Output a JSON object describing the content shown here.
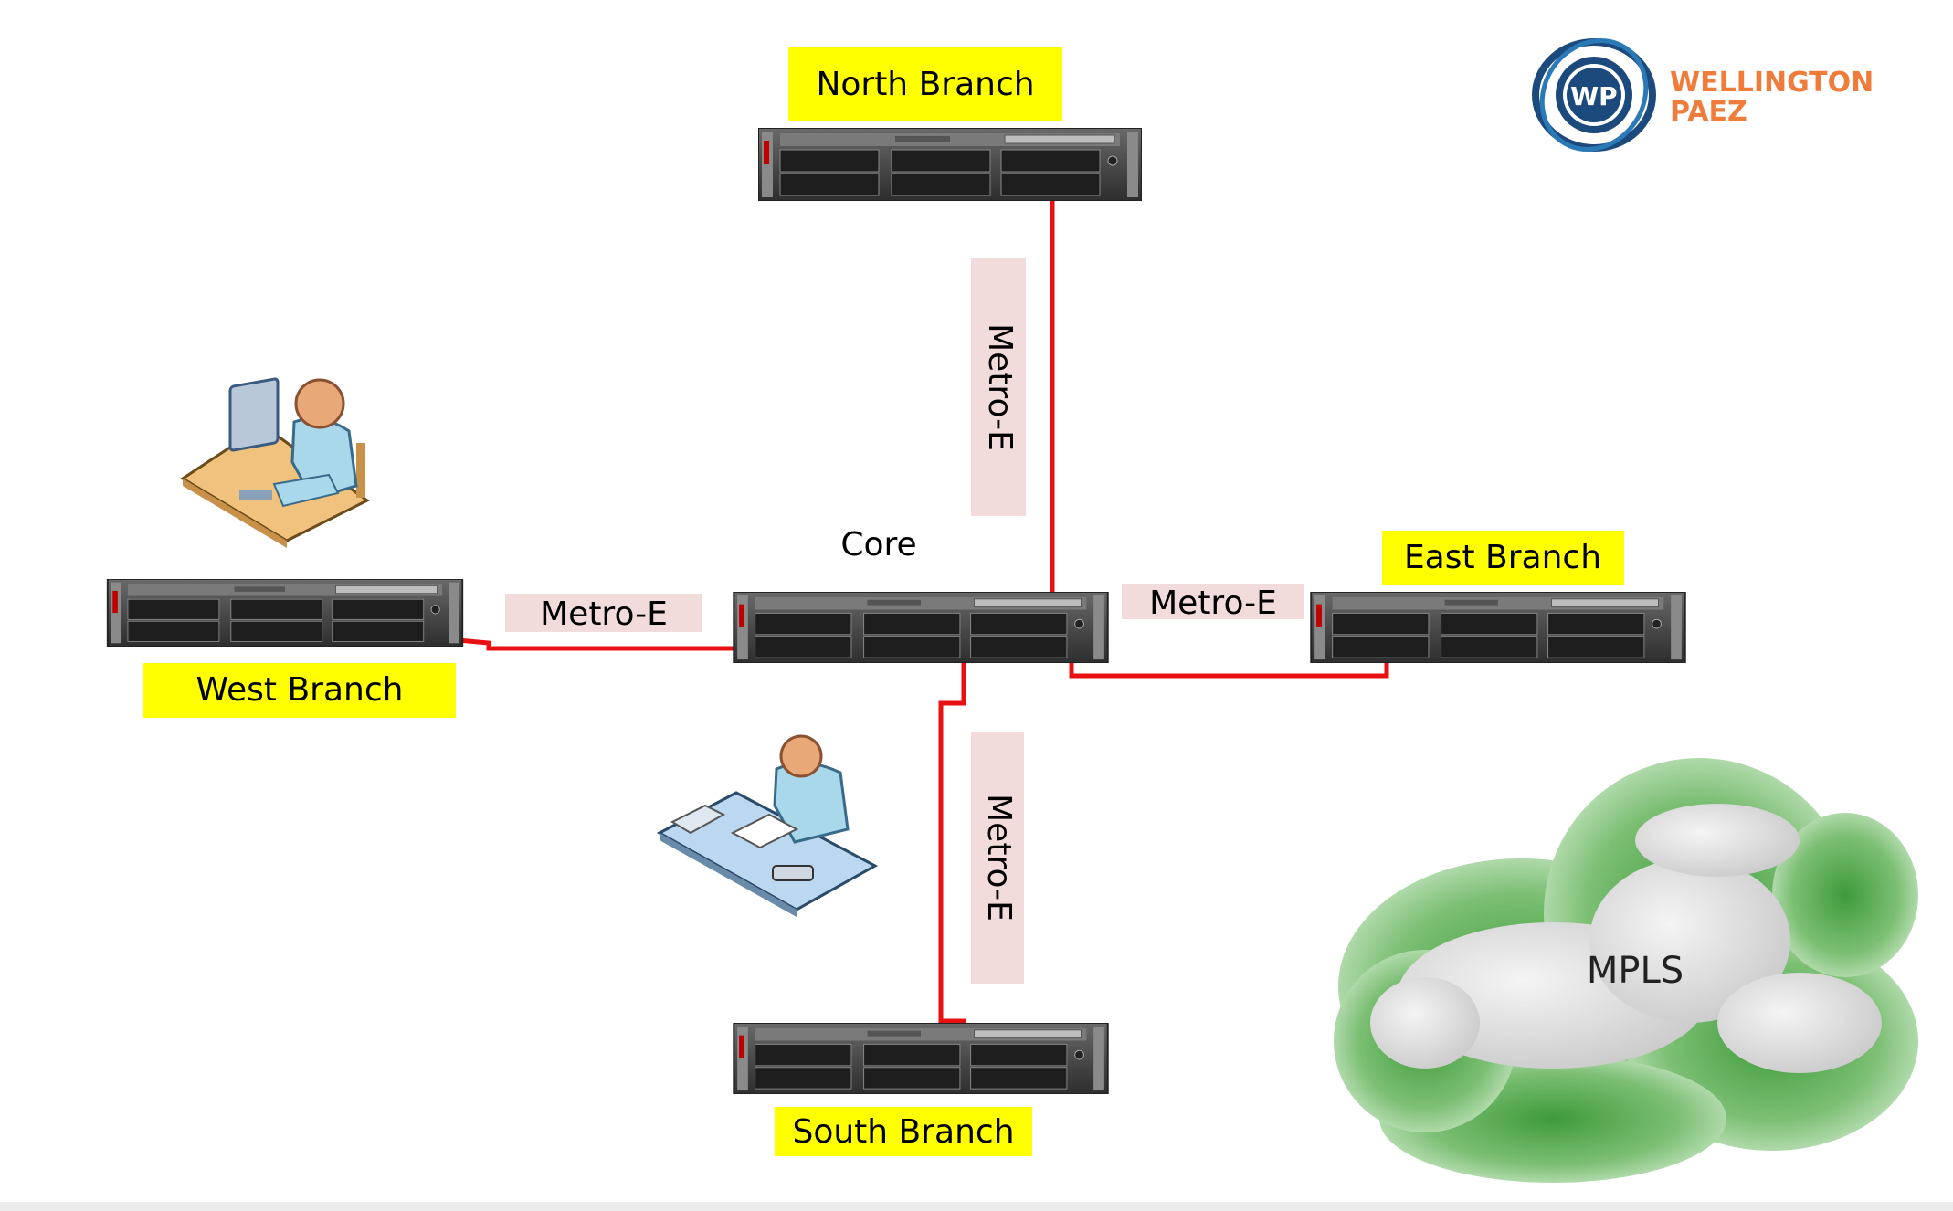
{
  "diagram": {
    "nodes": {
      "north": {
        "label": "North Branch"
      },
      "west": {
        "label": "West Branch"
      },
      "core": {
        "label": "Core"
      },
      "east": {
        "label": "East Branch"
      },
      "south": {
        "label": "South Branch"
      }
    },
    "links": {
      "north_core": "Metro-E",
      "west_core": "Metro-E",
      "core_east": "Metro-E",
      "core_south": "Metro-E"
    },
    "cloud": {
      "label": "MPLS"
    }
  },
  "logo": {
    "initials": "WP",
    "line1": "WELLINGTON",
    "line2": "PAEZ",
    "color": "#f07c3c",
    "ring_color": "#1c4a7c"
  },
  "colors": {
    "link": "#e81010",
    "branch_label_bg": "#ffff00",
    "link_label_bg": "#f2dcdb",
    "cloud_green": "#63b05a",
    "cloud_gray": "#d9d9d9"
  }
}
